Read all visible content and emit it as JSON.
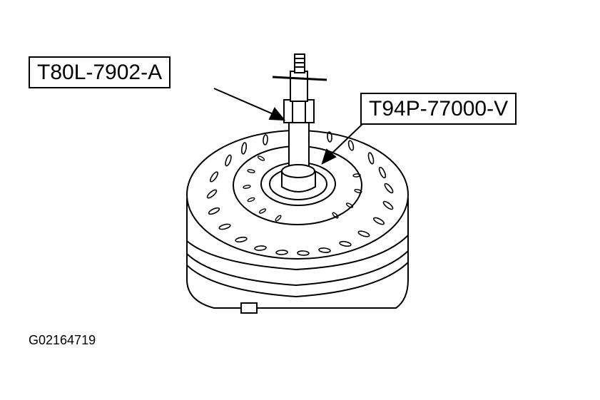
{
  "callouts": {
    "tool_a": "T80L-7902-A",
    "tool_b": "T94P-77000-V"
  },
  "figure_id": "G02164719"
}
